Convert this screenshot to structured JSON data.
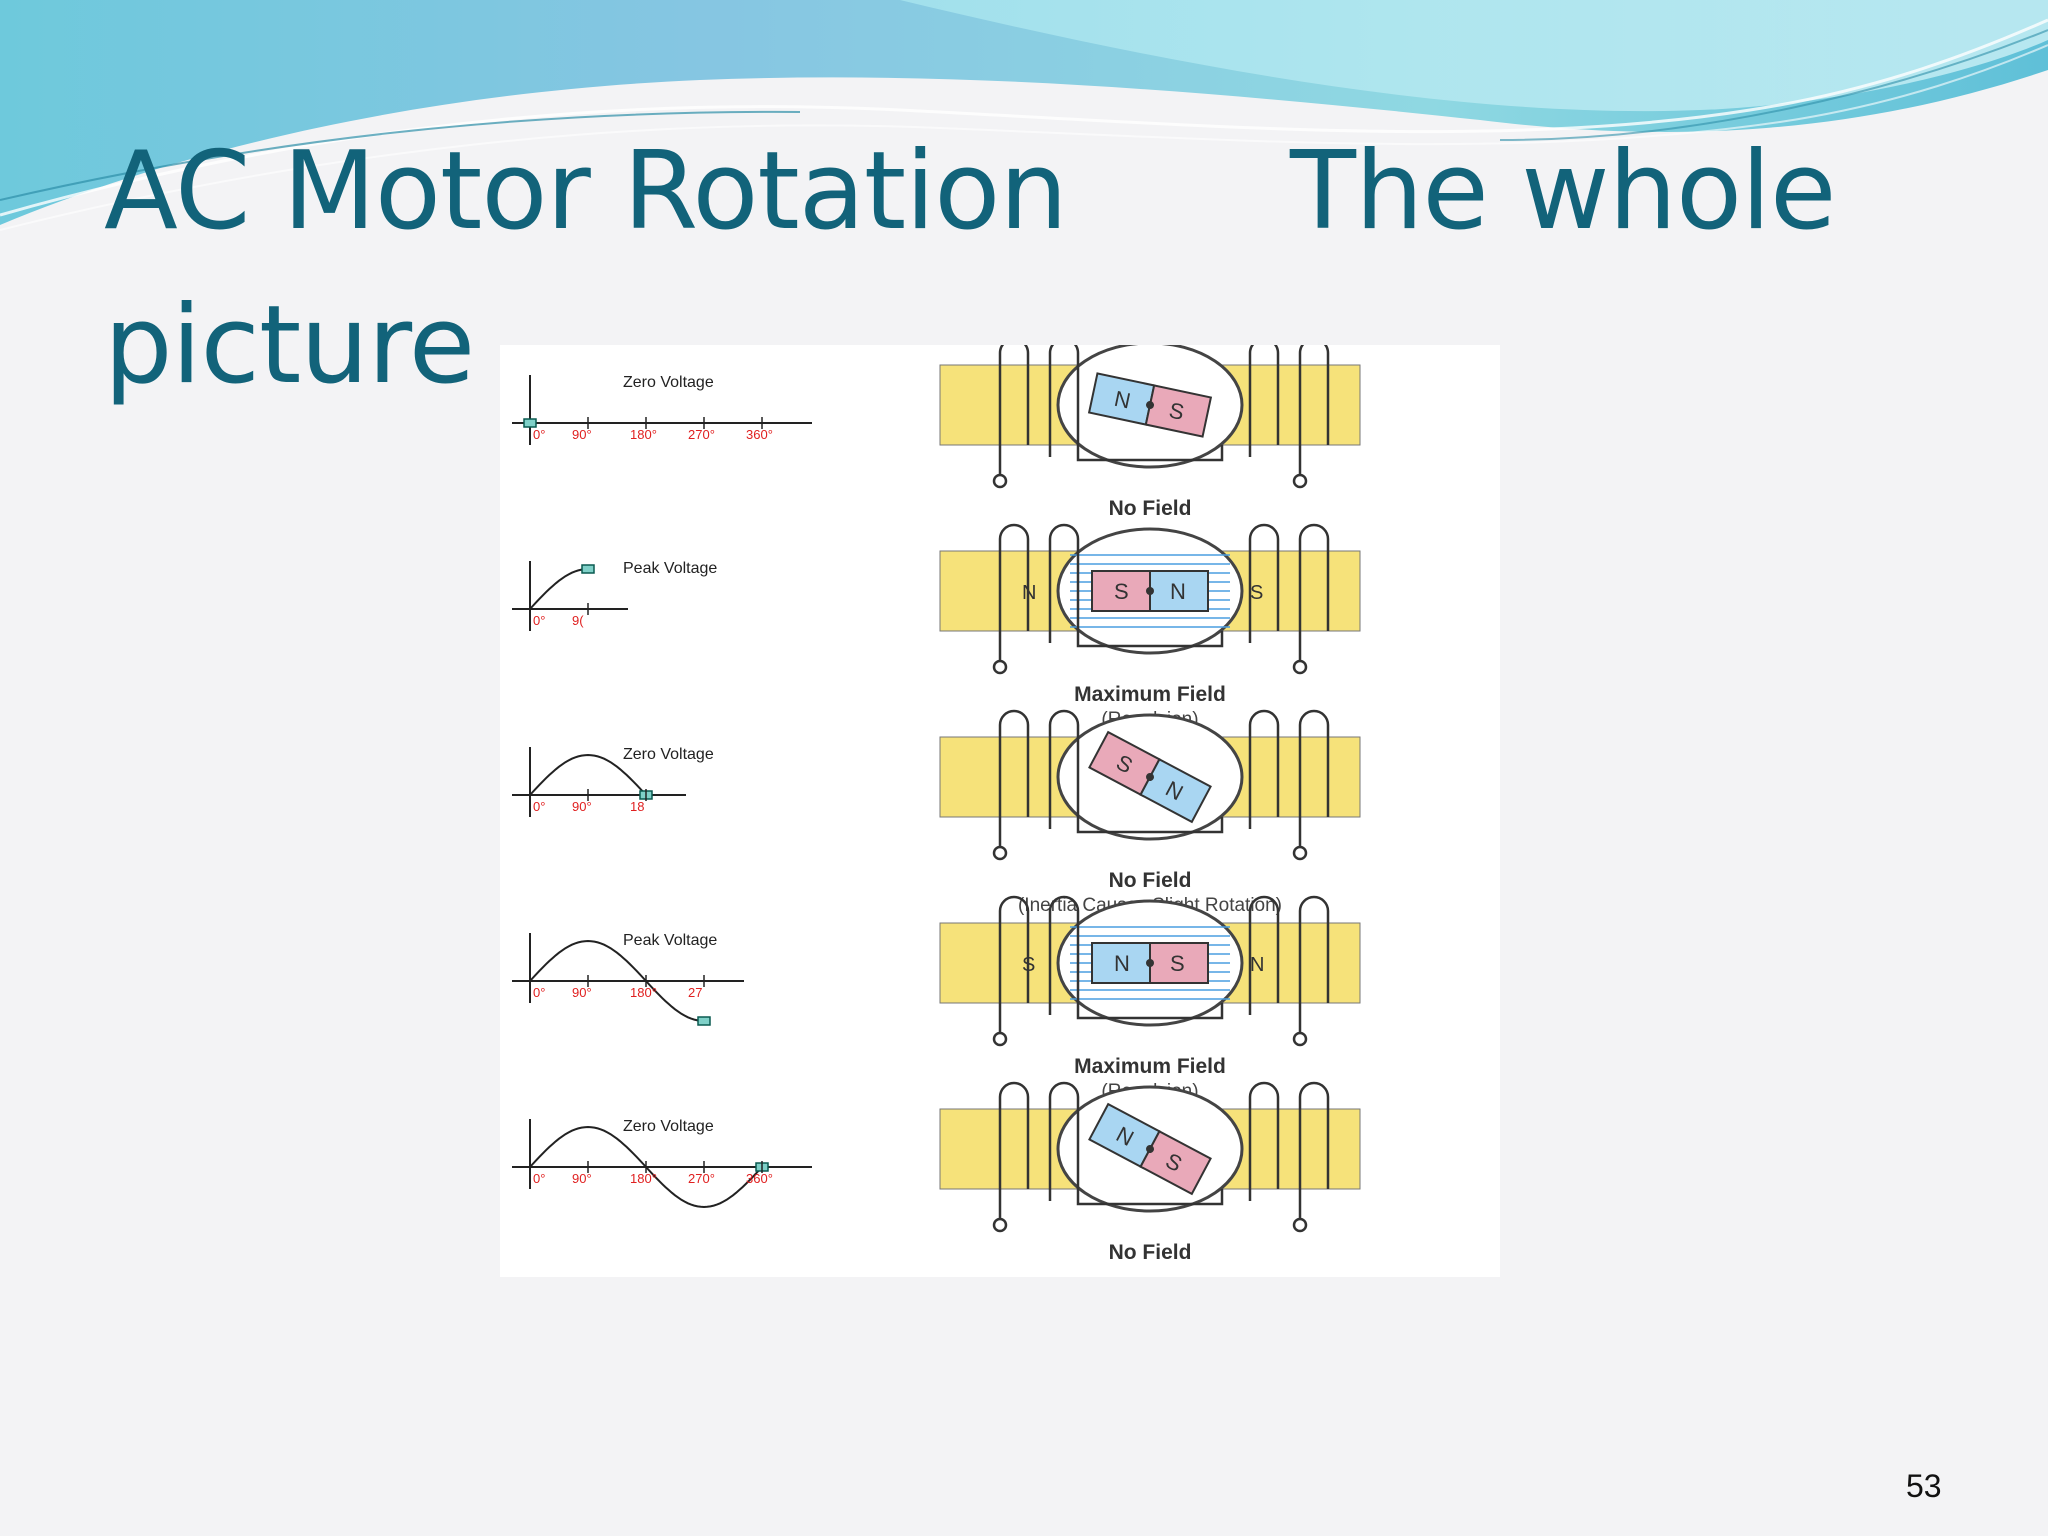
{
  "slide": {
    "title_part1": "AC Motor Rotation",
    "title_part2": "The whole",
    "title_part3": "picture",
    "page_number": "53"
  },
  "colors": {
    "title": "#12637a",
    "pole": "#f6e27a",
    "magnet_n": "#a9d6f2",
    "magnet_s": "#e9a9b9",
    "field": "#4a9ee0",
    "tick_red": "#e02020"
  },
  "stages": [
    {
      "voltage_label": "Zero Voltage",
      "ticks": [
        "0°",
        "90°",
        "180°",
        "270°",
        "360°"
      ],
      "caption": "No Field",
      "sub_caption": "",
      "left_pole": "",
      "right_pole": "",
      "magnet_left": "N",
      "magnet_right": "S",
      "magnet_angle": 12,
      "field": false
    },
    {
      "voltage_label": "Peak Voltage",
      "ticks": [
        "0°",
        "9("
      ],
      "caption": "Maximum Field",
      "sub_caption": "(Repulsion)",
      "left_pole": "N",
      "right_pole": "S",
      "magnet_left": "S",
      "magnet_right": "N",
      "magnet_angle": 0,
      "field": true
    },
    {
      "voltage_label": "Zero Voltage",
      "ticks": [
        "0°",
        "90°",
        "18"
      ],
      "caption": "No Field",
      "sub_caption": "(Inertia Causes Slight Rotation)",
      "left_pole": "",
      "right_pole": "",
      "magnet_left": "S",
      "magnet_right": "N",
      "magnet_angle": 28,
      "field": false
    },
    {
      "voltage_label": "Peak Voltage",
      "ticks": [
        "0°",
        "90°",
        "180°",
        "27"
      ],
      "caption": "Maximum Field",
      "sub_caption": "(Repulsion)",
      "left_pole": "S",
      "right_pole": "N",
      "magnet_left": "N",
      "magnet_right": "S",
      "magnet_angle": 0,
      "field": true
    },
    {
      "voltage_label": "Zero Voltage",
      "ticks": [
        "0°",
        "90°",
        "180°",
        "270°",
        "360°"
      ],
      "caption": "No Field",
      "sub_caption": "",
      "left_pole": "",
      "right_pole": "",
      "magnet_left": "N",
      "magnet_right": "S",
      "magnet_angle": 28,
      "field": false
    }
  ]
}
